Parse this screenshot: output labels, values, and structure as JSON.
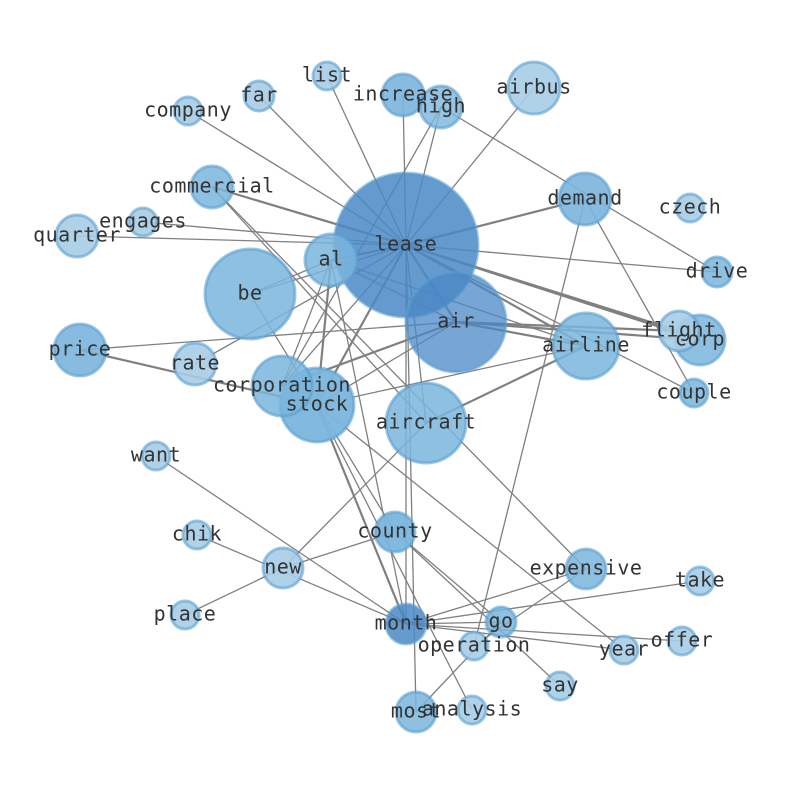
{
  "colors": {
    "background": "#ffffff",
    "edge": "#808080",
    "label": "#333333",
    "node_fill_light": "#a7cde6",
    "node_fill_mid": "#7ab5dd",
    "node_fill_dark": "#4a88c6",
    "node_stroke": "#5a9fd0"
  },
  "graph": {
    "nodes": [
      {
        "id": "lease",
        "label": "lease"
      },
      {
        "id": "air",
        "label": "air"
      },
      {
        "id": "be",
        "label": "be"
      },
      {
        "id": "aircraft",
        "label": "aircraft"
      },
      {
        "id": "airline",
        "label": "airline"
      },
      {
        "id": "stock",
        "label": "stock"
      },
      {
        "id": "corporation",
        "label": "corporation"
      },
      {
        "id": "al",
        "label": "al"
      },
      {
        "id": "corp",
        "label": "corp"
      },
      {
        "id": "flight",
        "label": "flight"
      },
      {
        "id": "demand",
        "label": "demand"
      },
      {
        "id": "airbus",
        "label": "airbus"
      },
      {
        "id": "increase",
        "label": "increase"
      },
      {
        "id": "high",
        "label": "high"
      },
      {
        "id": "price",
        "label": "price"
      },
      {
        "id": "rate",
        "label": "rate"
      },
      {
        "id": "commercial",
        "label": "commercial"
      },
      {
        "id": "quarter",
        "label": "quarter"
      },
      {
        "id": "engages",
        "label": "engages"
      },
      {
        "id": "company",
        "label": "company"
      },
      {
        "id": "far",
        "label": "far"
      },
      {
        "id": "list",
        "label": "list"
      },
      {
        "id": "czech",
        "label": "czech"
      },
      {
        "id": "drive",
        "label": "drive"
      },
      {
        "id": "couple",
        "label": "couple"
      },
      {
        "id": "want",
        "label": "want"
      },
      {
        "id": "county",
        "label": "county"
      },
      {
        "id": "chik",
        "label": "chik"
      },
      {
        "id": "new",
        "label": "new"
      },
      {
        "id": "place",
        "label": "place"
      },
      {
        "id": "month",
        "label": "month"
      },
      {
        "id": "go",
        "label": "go"
      },
      {
        "id": "operation",
        "label": "operation"
      },
      {
        "id": "expensive",
        "label": "expensive"
      },
      {
        "id": "take",
        "label": "take"
      },
      {
        "id": "offer",
        "label": "offer"
      },
      {
        "id": "year",
        "label": "year"
      },
      {
        "id": "say",
        "label": "say"
      },
      {
        "id": "most",
        "label": "most"
      },
      {
        "id": "analysis",
        "label": "analysis"
      }
    ],
    "edges": [
      [
        "lease",
        "air"
      ],
      [
        "lease",
        "be"
      ],
      [
        "lease",
        "aircraft"
      ],
      [
        "lease",
        "airline"
      ],
      [
        "lease",
        "stock"
      ],
      [
        "lease",
        "corporation"
      ],
      [
        "lease",
        "al"
      ],
      [
        "lease",
        "corp"
      ],
      [
        "lease",
        "flight"
      ],
      [
        "lease",
        "demand"
      ],
      [
        "lease",
        "airbus"
      ],
      [
        "lease",
        "increase"
      ],
      [
        "lease",
        "high"
      ],
      [
        "lease",
        "commercial"
      ],
      [
        "lease",
        "quarter"
      ],
      [
        "lease",
        "engages"
      ],
      [
        "lease",
        "company"
      ],
      [
        "lease",
        "far"
      ],
      [
        "lease",
        "list"
      ],
      [
        "lease",
        "drive"
      ],
      [
        "lease",
        "couple"
      ],
      [
        "lease",
        "rate"
      ],
      [
        "lease",
        "month"
      ],
      [
        "lease",
        "most"
      ],
      [
        "air",
        "airline"
      ],
      [
        "air",
        "corp"
      ],
      [
        "air",
        "flight"
      ],
      [
        "air",
        "corporation"
      ],
      [
        "air",
        "price"
      ],
      [
        "air",
        "stock"
      ],
      [
        "air",
        "al"
      ],
      [
        "al",
        "stock"
      ],
      [
        "al",
        "corporation"
      ],
      [
        "al",
        "be"
      ],
      [
        "al",
        "month"
      ],
      [
        "high",
        "corporation"
      ],
      [
        "high",
        "drive"
      ],
      [
        "airline",
        "aircraft"
      ],
      [
        "airline",
        "stock"
      ],
      [
        "airline",
        "al"
      ],
      [
        "be",
        "county"
      ],
      [
        "commercial",
        "aircraft"
      ],
      [
        "commercial",
        "expensive"
      ],
      [
        "price",
        "stock"
      ],
      [
        "aircraft",
        "new"
      ],
      [
        "demand",
        "couple"
      ],
      [
        "demand",
        "operation"
      ],
      [
        "stock",
        "analysis"
      ],
      [
        "stock",
        "year"
      ],
      [
        "stock",
        "month"
      ],
      [
        "want",
        "month"
      ],
      [
        "chik",
        "month"
      ],
      [
        "new",
        "county"
      ],
      [
        "new",
        "place"
      ],
      [
        "county",
        "go"
      ],
      [
        "county",
        "say"
      ],
      [
        "month",
        "go"
      ],
      [
        "month",
        "take"
      ],
      [
        "month",
        "offer"
      ],
      [
        "month",
        "expensive"
      ],
      [
        "month",
        "year"
      ],
      [
        "go",
        "most"
      ],
      [
        "operation",
        "expensive"
      ]
    ]
  }
}
